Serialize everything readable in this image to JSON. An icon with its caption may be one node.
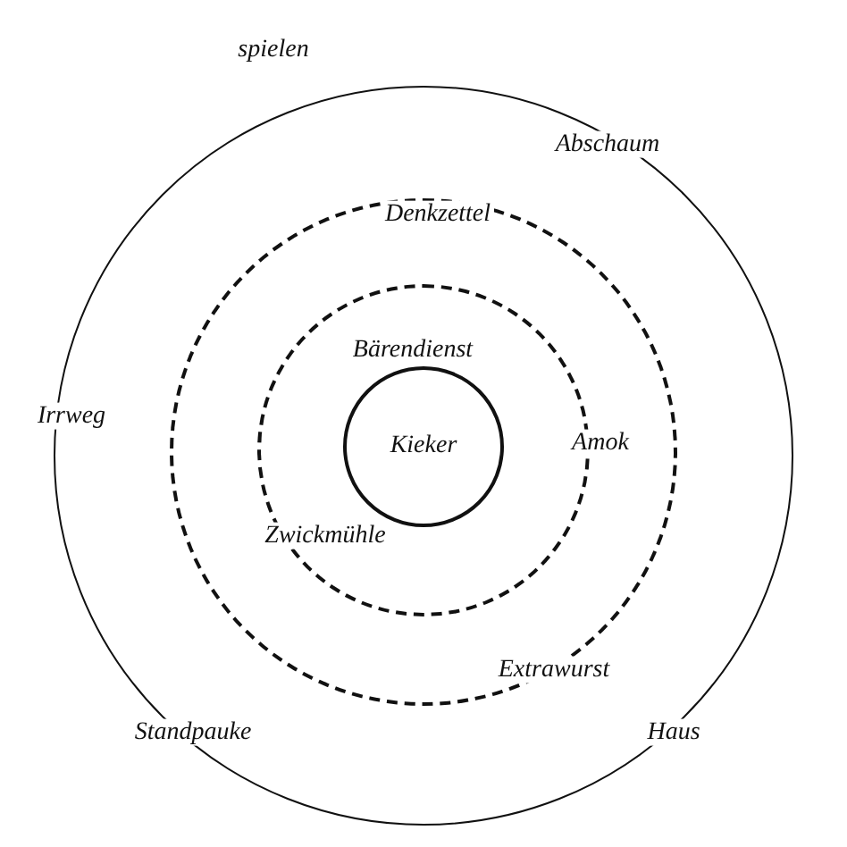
{
  "diagram": {
    "nodes": [
      {
        "text": [],
        "shape": "circle"
      },
      {
        "text": [],
        "shape": "circle",
        "in": 0
      },
      {
        "text": [],
        "shape": "circle",
        "in": 1
      },
      {
        "text": [
          "Kieker"
        ],
        "in": 2
      }
    ],
    "labels": [
      "spielen",
      "Abschaum",
      "Denkzettel",
      "Bärendienst",
      "Irrweg",
      "Amok",
      "Zwickmühle",
      "Extrawurst",
      "Standpauke",
      "Haus"
    ]
  }
}
